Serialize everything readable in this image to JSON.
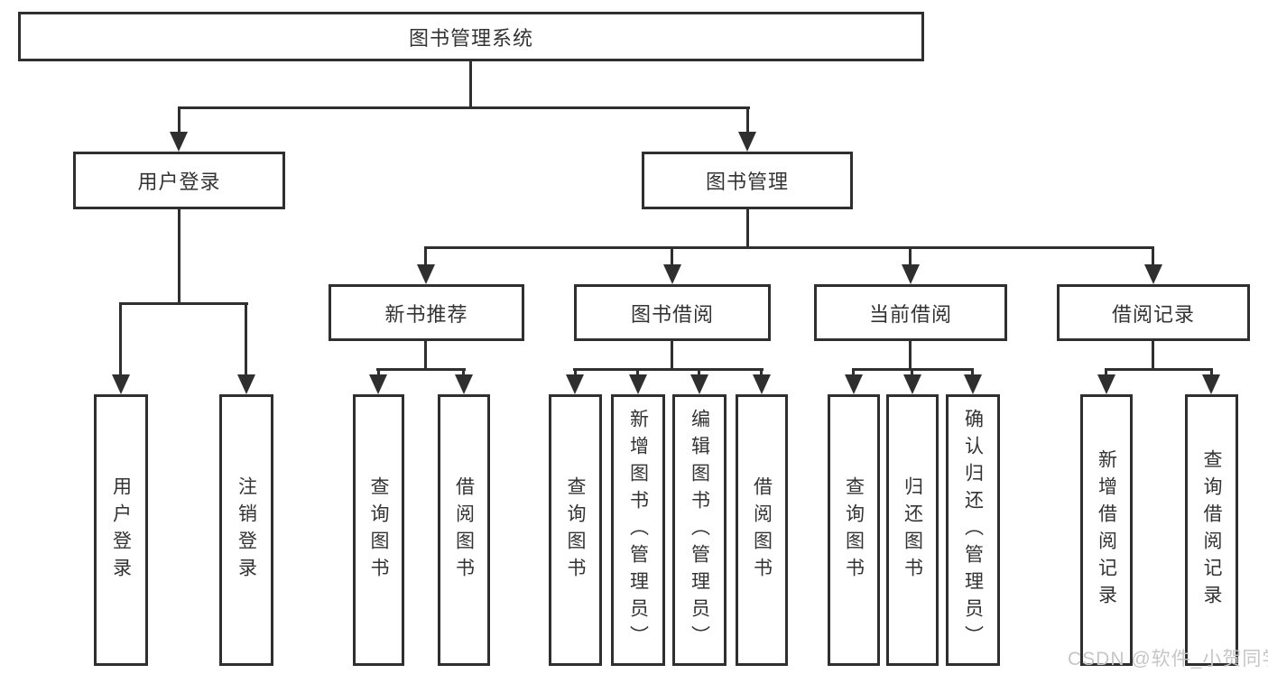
{
  "diagram": {
    "root": {
      "label": "图书管理系统"
    },
    "branches": [
      {
        "label": "用户登录",
        "children": [
          {
            "label": "用户登录"
          },
          {
            "label": "注销登录"
          }
        ]
      },
      {
        "label": "图书管理",
        "children": [
          {
            "label": "新书推荐",
            "children": [
              {
                "label": "查询图书"
              },
              {
                "label": "借阅图书"
              }
            ]
          },
          {
            "label": "图书借阅",
            "children": [
              {
                "label": "查询图书"
              },
              {
                "label": "新增图书（管理员）"
              },
              {
                "label": "编辑图书（管理员）"
              },
              {
                "label": "借阅图书"
              }
            ]
          },
          {
            "label": "当前借阅",
            "children": [
              {
                "label": "查询图书"
              },
              {
                "label": "归还图书"
              },
              {
                "label": "确认归还（管理员）"
              }
            ]
          },
          {
            "label": "借阅记录",
            "children": [
              {
                "label": "新增借阅记录"
              },
              {
                "label": "查询借阅记录"
              }
            ]
          }
        ]
      }
    ]
  },
  "watermark": {
    "text": "CSDN @软件_小贺同学"
  },
  "colors": {
    "line": "#2f2f2f",
    "text": "#333333",
    "watermark": "#c6c6c6",
    "background": "#ffffff"
  }
}
